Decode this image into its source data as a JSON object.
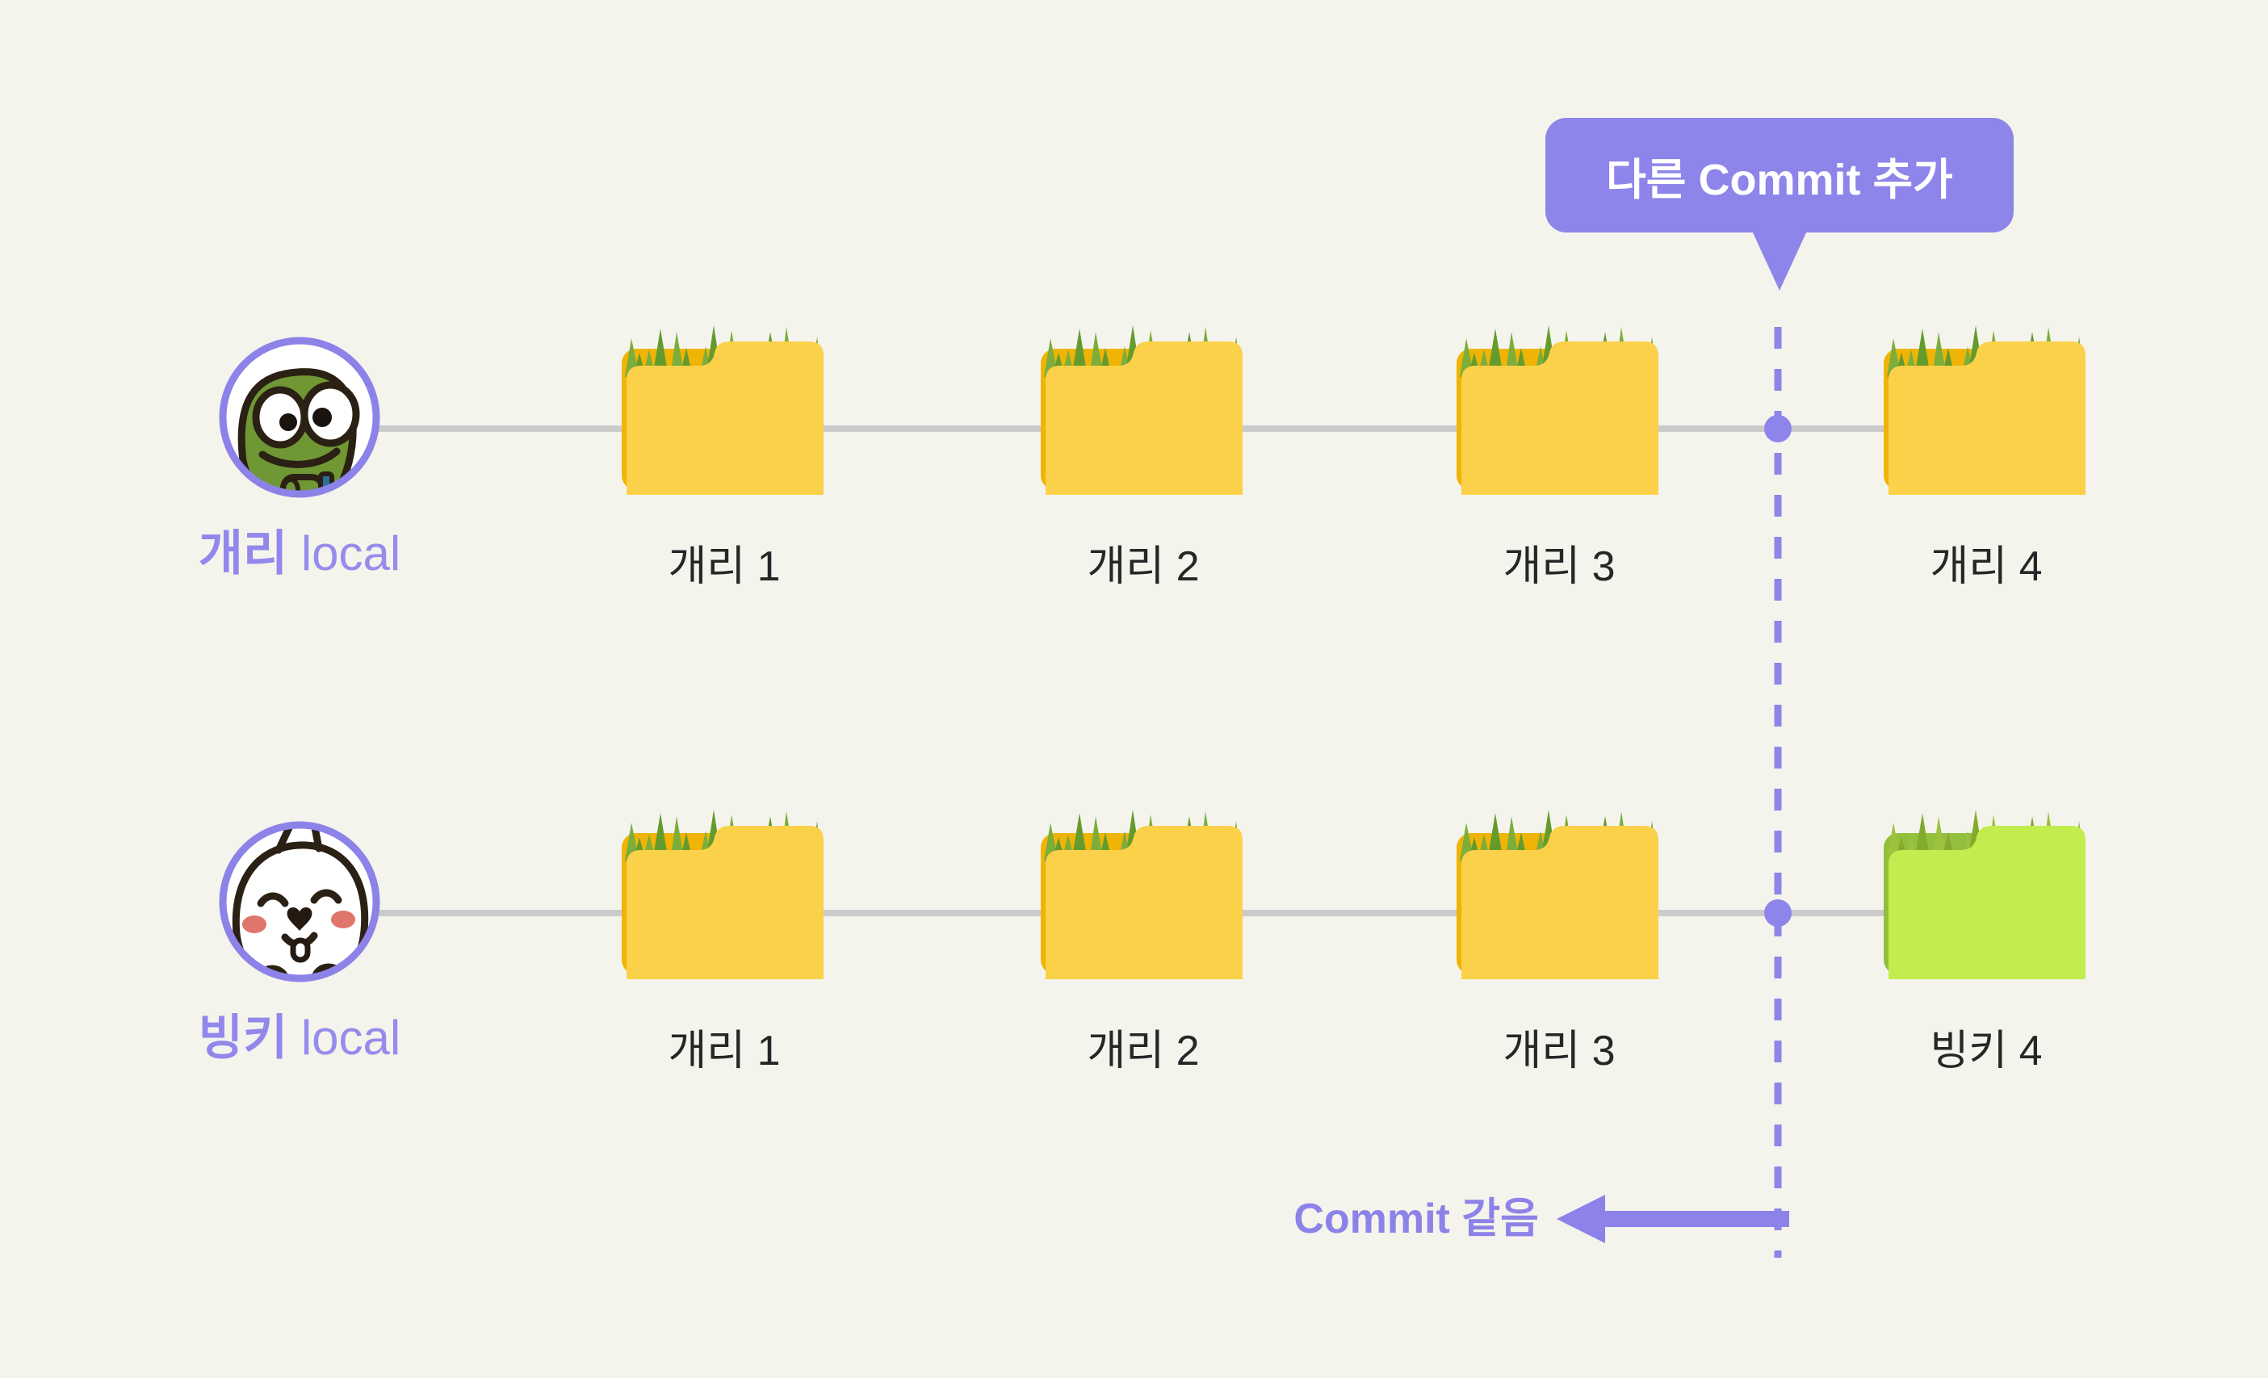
{
  "bubble": {
    "label": "다른 Commit 추가"
  },
  "rows": [
    {
      "caption": {
        "name": "개리",
        "suffix": "local"
      },
      "avatar": "frog-character",
      "folders": [
        {
          "label": "개리 1",
          "variant": "yellow"
        },
        {
          "label": "개리 2",
          "variant": "yellow"
        },
        {
          "label": "개리 3",
          "variant": "yellow"
        },
        {
          "label": "개리 4",
          "variant": "yellow"
        }
      ]
    },
    {
      "caption": {
        "name": "빙키",
        "suffix": "local"
      },
      "avatar": "rabbit-character",
      "folders": [
        {
          "label": "개리 1",
          "variant": "yellow"
        },
        {
          "label": "개리 2",
          "variant": "yellow"
        },
        {
          "label": "개리 3",
          "variant": "yellow"
        },
        {
          "label": "빙키 4",
          "variant": "green"
        }
      ]
    }
  ],
  "annotation": {
    "label": "Commit 같음"
  },
  "colors": {
    "background": "#F4F4ED",
    "accent_purple": "#8C82E8",
    "bubble_purple": "#8D85E9",
    "caption_purple": "#968CEC",
    "timeline_gray": "#CBCBCB",
    "folder_yellow_front": "#FBD14A",
    "folder_yellow_back": "#EFB405",
    "folder_green_front": "#C3EC4E",
    "folder_green_back": "#92BF3E",
    "grass_green": "#649B2D",
    "label_text": "#262626",
    "bubble_text": "#FFFFFF"
  }
}
